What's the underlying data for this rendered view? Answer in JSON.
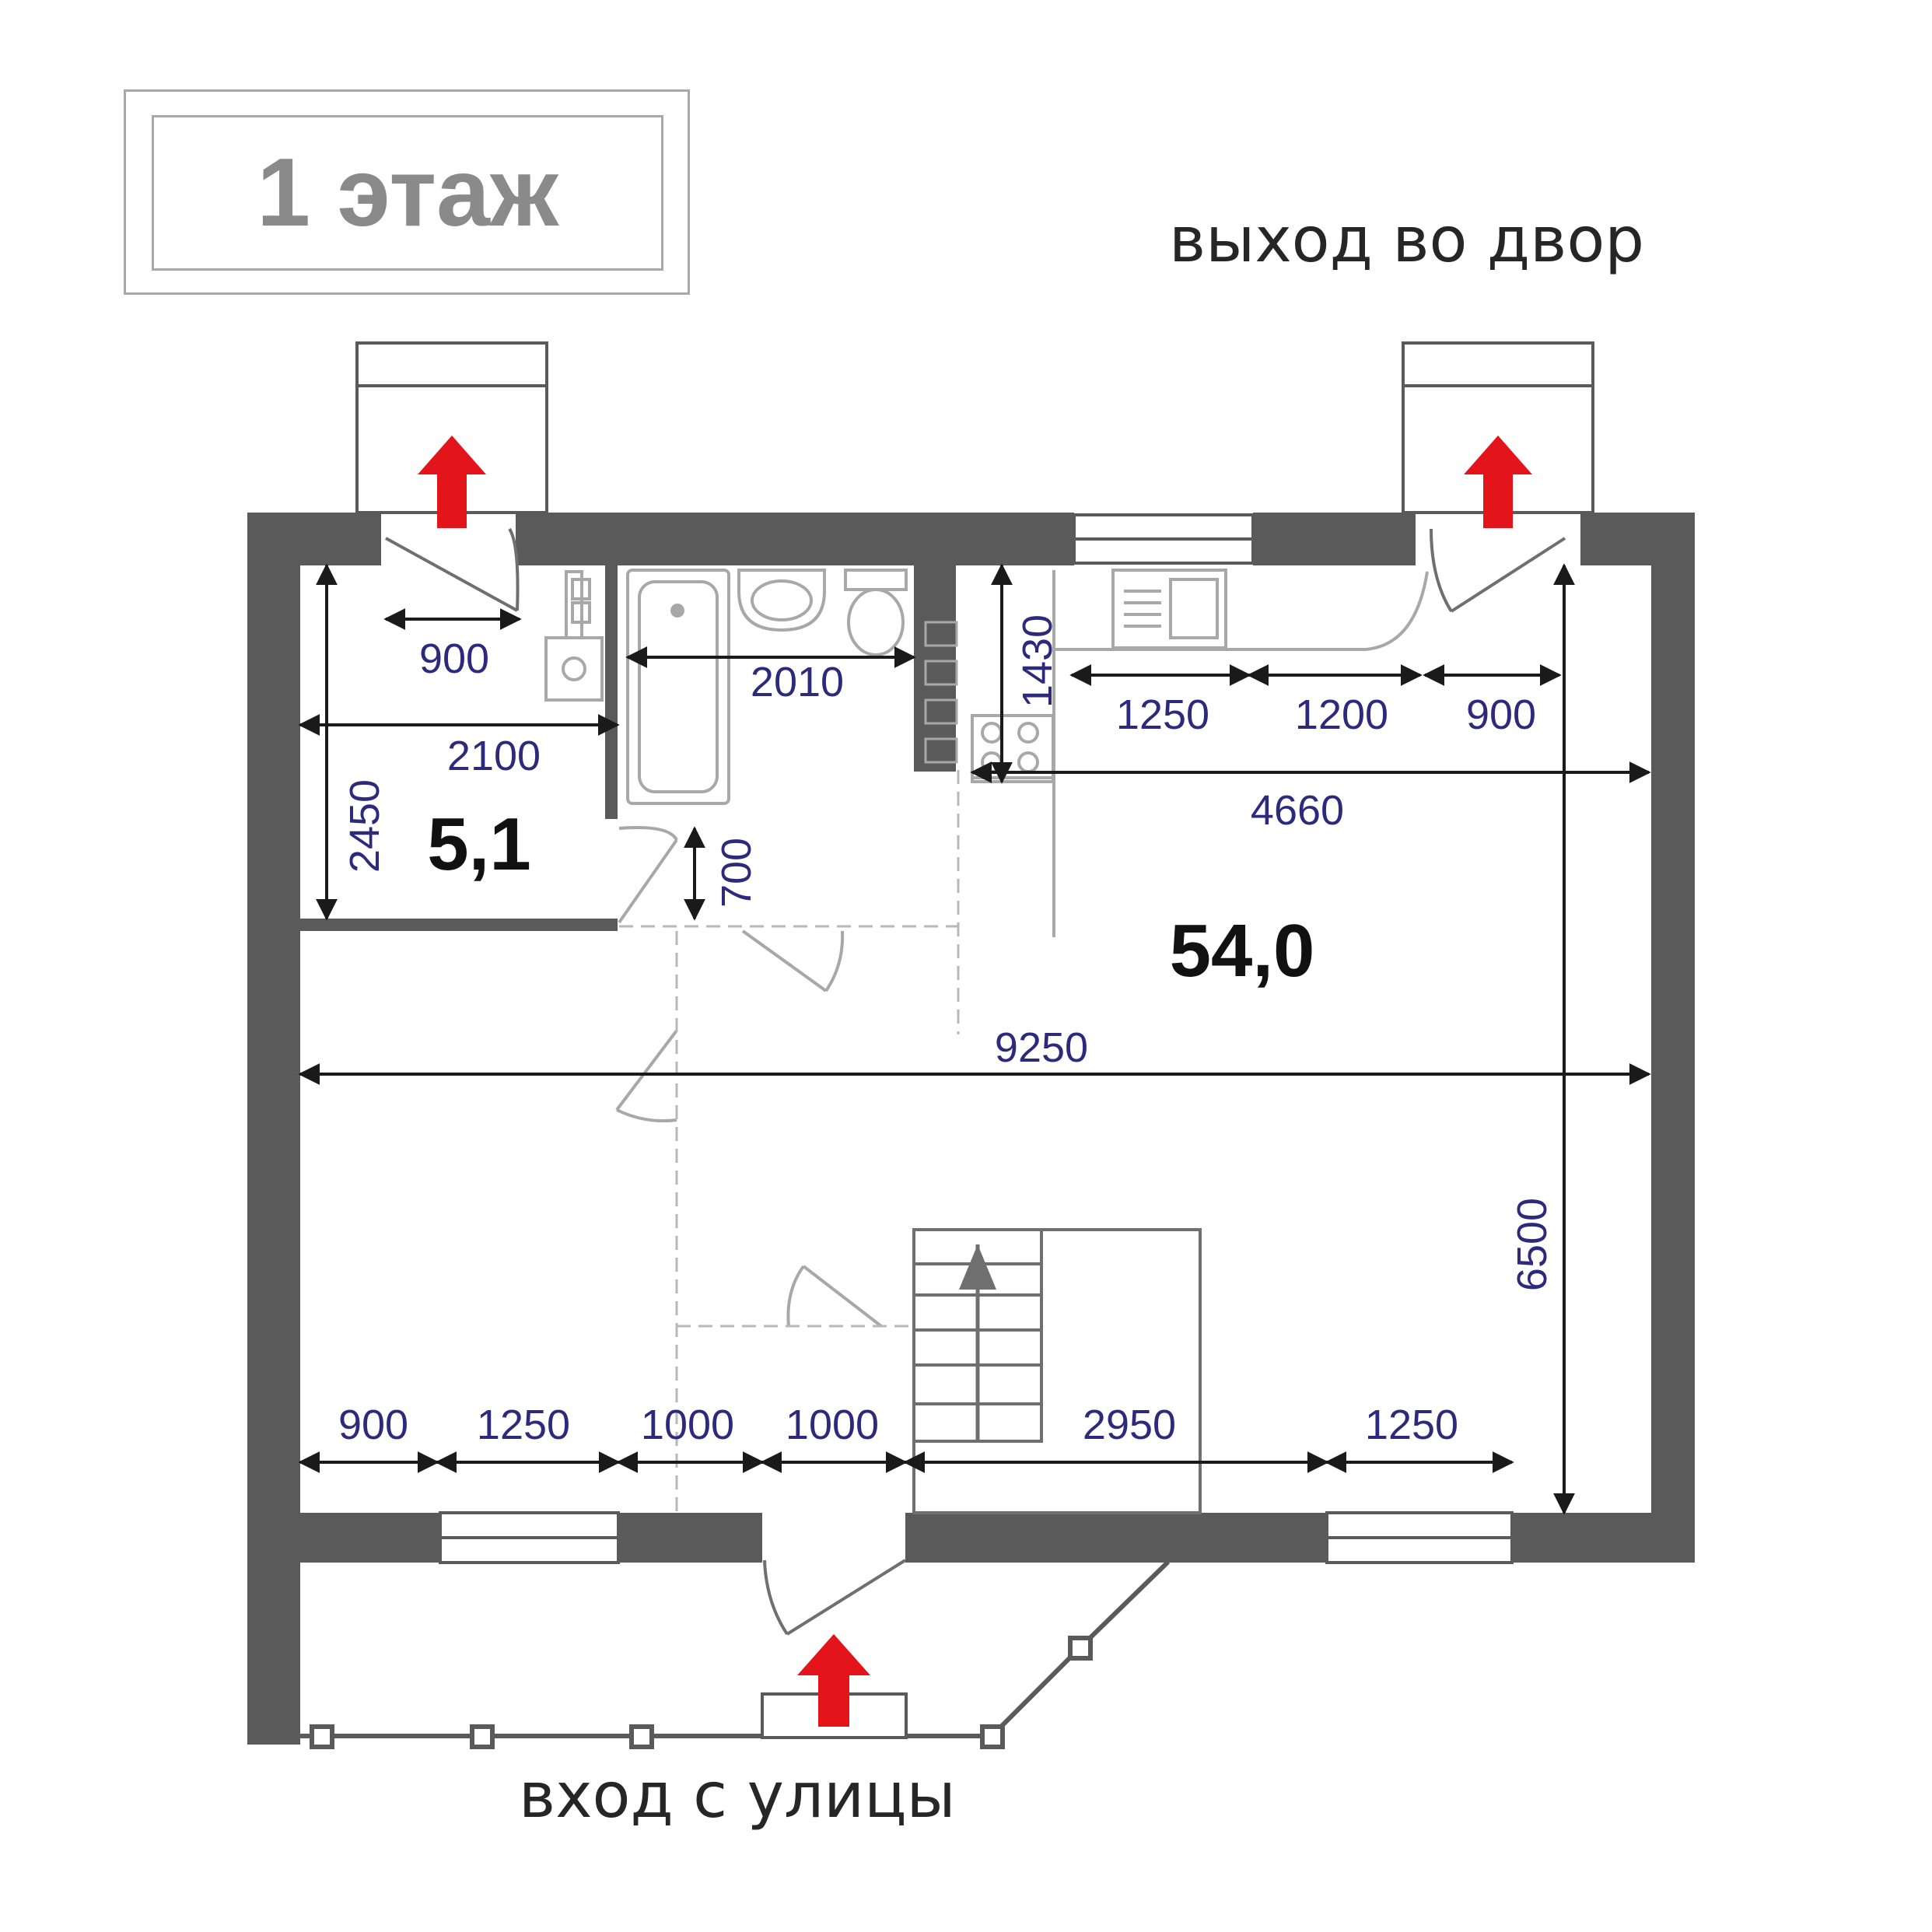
{
  "floor_label": "1 этаж",
  "labels": {
    "yard_exit": "выход во двор",
    "street_entrance": "вход с улицы"
  },
  "areas": {
    "small_room": "5,1",
    "main_room": "54,0"
  },
  "dimensions": {
    "door_top_left": "900",
    "bath_length": "2010",
    "small_room_width": "2100",
    "small_room_depth": "2450",
    "door_bath": "700",
    "kitchen_depth": "1430",
    "kitchen_window": "1250",
    "kitchen_counter": "1200",
    "door_top_right": "900",
    "kitchen_width": "4660",
    "total_width": "9250",
    "total_depth": "6500",
    "bottom_1": "900",
    "bottom_window_left": "1250",
    "bottom_2": "1000",
    "bottom_door": "1000",
    "bottom_stairs": "2950",
    "bottom_window_right": "1250"
  },
  "colors": {
    "wall": "#5a5a5a",
    "dimension_text": "#2d2a7c",
    "arrow": "#e3141a",
    "label_gray": "#8a8a8a"
  }
}
